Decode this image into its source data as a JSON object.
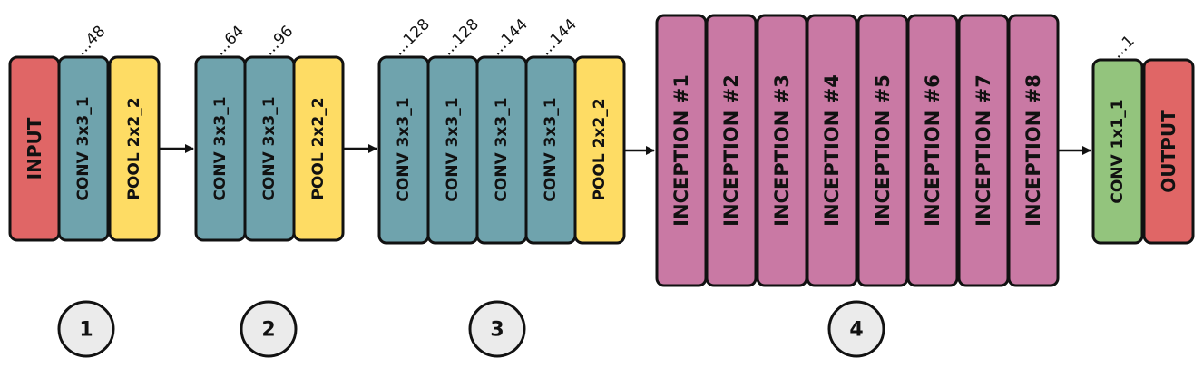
{
  "colors": {
    "input_output": "#e06666",
    "conv": "#6fa3ad",
    "pool": "#fedc64",
    "inception": "#c979a4",
    "conv_out": "#93c47d",
    "stroke": "#111111",
    "circle_fill": "#ebebeb"
  },
  "group1": {
    "input": "INPUT",
    "conv": "CONV 3x3_1",
    "conv_annot": "...48",
    "pool": "POOL 2x2_2",
    "number": "1"
  },
  "group2": {
    "conv1": "CONV 3x3_1",
    "conv1_annot": "...64",
    "conv2": "CONV 3x3_1",
    "conv2_annot": "...96",
    "pool": "POOL 2x2_2",
    "number": "2"
  },
  "group3": {
    "conv1": "CONV 3x3_1",
    "conv1_annot": "...128",
    "conv2": "CONV 3x3_1",
    "conv2_annot": "...128",
    "conv3": "CONV 3x3_1",
    "conv3_annot": "...144",
    "conv4": "CONV 3x3_1",
    "conv4_annot": "...144",
    "pool": "POOL 2x2_2",
    "number": "3"
  },
  "group4": {
    "inceptions": [
      "INCEPTION #1",
      "INCEPTION #2",
      "INCEPTION #3",
      "INCEPTION #4",
      "INCEPTION #5",
      "INCEPTION #6",
      "INCEPTION #7",
      "INCEPTION #8"
    ],
    "number": "4"
  },
  "group5": {
    "conv": "CONV 1x1_1",
    "conv_annot": "...1",
    "output": "OUTPUT"
  }
}
